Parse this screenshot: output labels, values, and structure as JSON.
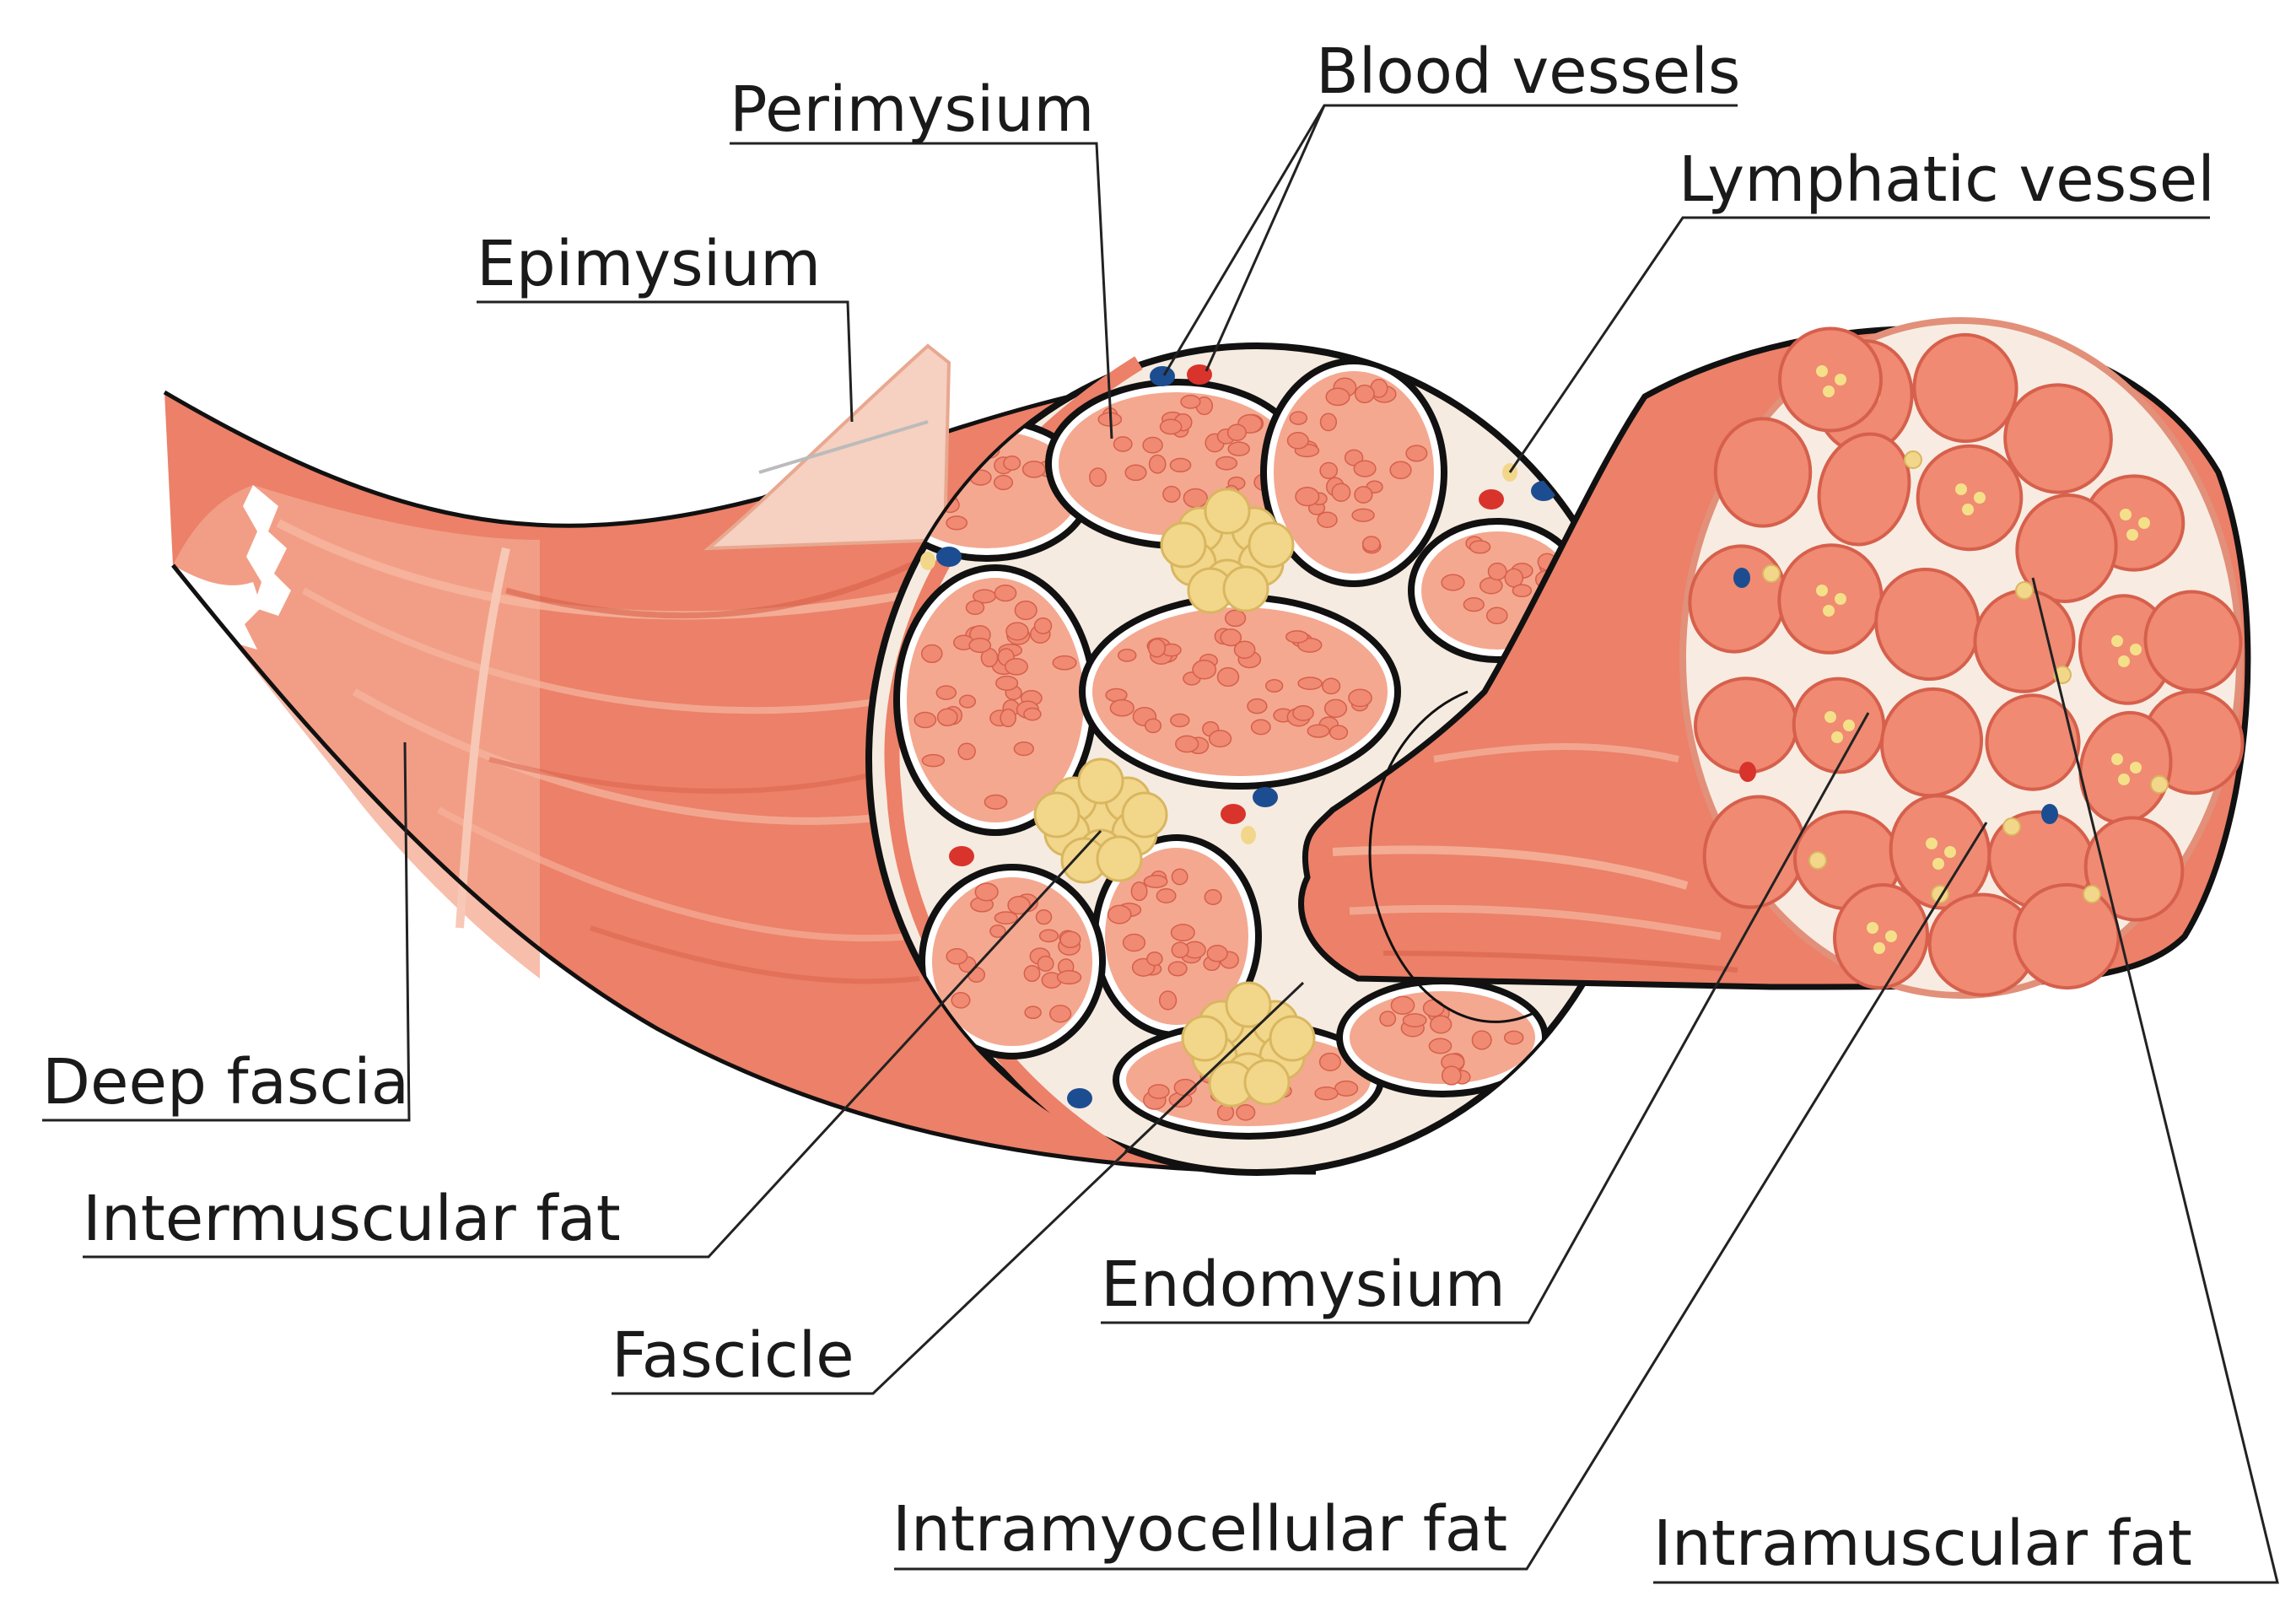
{
  "labels": {
    "blood_vessels": "Blood vessels",
    "perimysium": "Perimysium",
    "lymphatic_vessel": "Lymphatic vessel",
    "epimysium": "Epimysium",
    "deep_fascia": "Deep fascia",
    "intermuscular_fat": "Intermuscular fat",
    "endomysium": "Endomysium",
    "fascicle": "Fascicle",
    "intramyocellular_fat": "Intramyocellular fat",
    "intramuscular_fat": "Intramuscular fat"
  },
  "colors": {
    "muscle": "#ec8068",
    "muscle_light": "#f4a890",
    "muscle_dark": "#d9604a",
    "fiber": "#f08a72",
    "fiber_edge": "#d6604c",
    "matrix": "#f6ebe0",
    "fat": "#f2d78a",
    "fat_edge": "#d9b660",
    "artery": "#d8342c",
    "vein": "#1d4d91",
    "outline": "#111111"
  }
}
